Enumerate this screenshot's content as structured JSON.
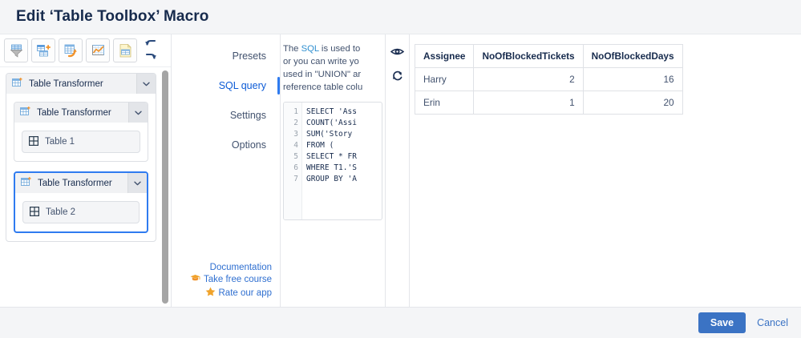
{
  "window": {
    "title": "Edit ‘Table Toolbox’ Macro"
  },
  "toolbar": {
    "buttons": [
      {
        "name": "filter-table-icon",
        "tooltip": "Table Filter"
      },
      {
        "name": "merge-tables-icon",
        "tooltip": "Table Merge"
      },
      {
        "name": "table-transformer-icon",
        "tooltip": "Table Transformer"
      },
      {
        "name": "table-chart-icon",
        "tooltip": "Table Chart"
      },
      {
        "name": "table-excerpt-icon",
        "tooltip": "Table Excerpt"
      }
    ],
    "undo_label": "Undo",
    "redo_label": "Redo"
  },
  "tree": {
    "root": {
      "label": "Table Transformer",
      "children": [
        {
          "label": "Table Transformer",
          "selected": false,
          "leaf": "Table 1"
        },
        {
          "label": "Table Transformer",
          "selected": true,
          "leaf": "Table 2"
        }
      ]
    }
  },
  "tabs": [
    {
      "label": "Presets",
      "active": false
    },
    {
      "label": "SQL query",
      "active": true
    },
    {
      "label": "Settings",
      "active": false
    },
    {
      "label": "Options",
      "active": false
    }
  ],
  "links": [
    {
      "label": "Documentation",
      "icon": "none"
    },
    {
      "label": "Take free course",
      "icon": "graduation-cap-icon"
    },
    {
      "label": "Rate our app",
      "icon": "star-icon"
    }
  ],
  "sql_panel": {
    "description_lines": [
      {
        "pre": "The ",
        "kw": "SQL",
        "post": " is used to "
      },
      {
        "pre": "or you can write yo",
        "kw": "",
        "post": ""
      },
      {
        "pre": "used in \"UNION\" ar",
        "kw": "",
        "post": ""
      },
      {
        "pre": "reference table colu",
        "kw": "",
        "post": ""
      }
    ],
    "line_numbers": [
      "1",
      "2",
      "3",
      "4",
      "5",
      "6",
      "7"
    ],
    "code_lines": [
      "SELECT 'Ass",
      "COUNT('Assi",
      "SUM('Story",
      "FROM (",
      "SELECT * FR",
      "WHERE T1.'S",
      "GROUP BY 'A"
    ],
    "preview_icon": "eye-icon",
    "refresh_icon": "refresh-icon"
  },
  "result_table": {
    "columns": [
      "Assignee",
      "NoOfBlockedTickets",
      "NoOfBlockedDays"
    ],
    "rows": [
      [
        "Harry",
        "2",
        "16"
      ],
      [
        "Erin",
        "1",
        "20"
      ]
    ]
  },
  "footer": {
    "save_label": "Save",
    "cancel_label": "Cancel"
  },
  "colors": {
    "accent": "#2f7bf0",
    "save_button": "#3b73c4",
    "title_text": "#172b4d",
    "link": "#2f6fd0",
    "icon_orange": "#f0922b"
  }
}
